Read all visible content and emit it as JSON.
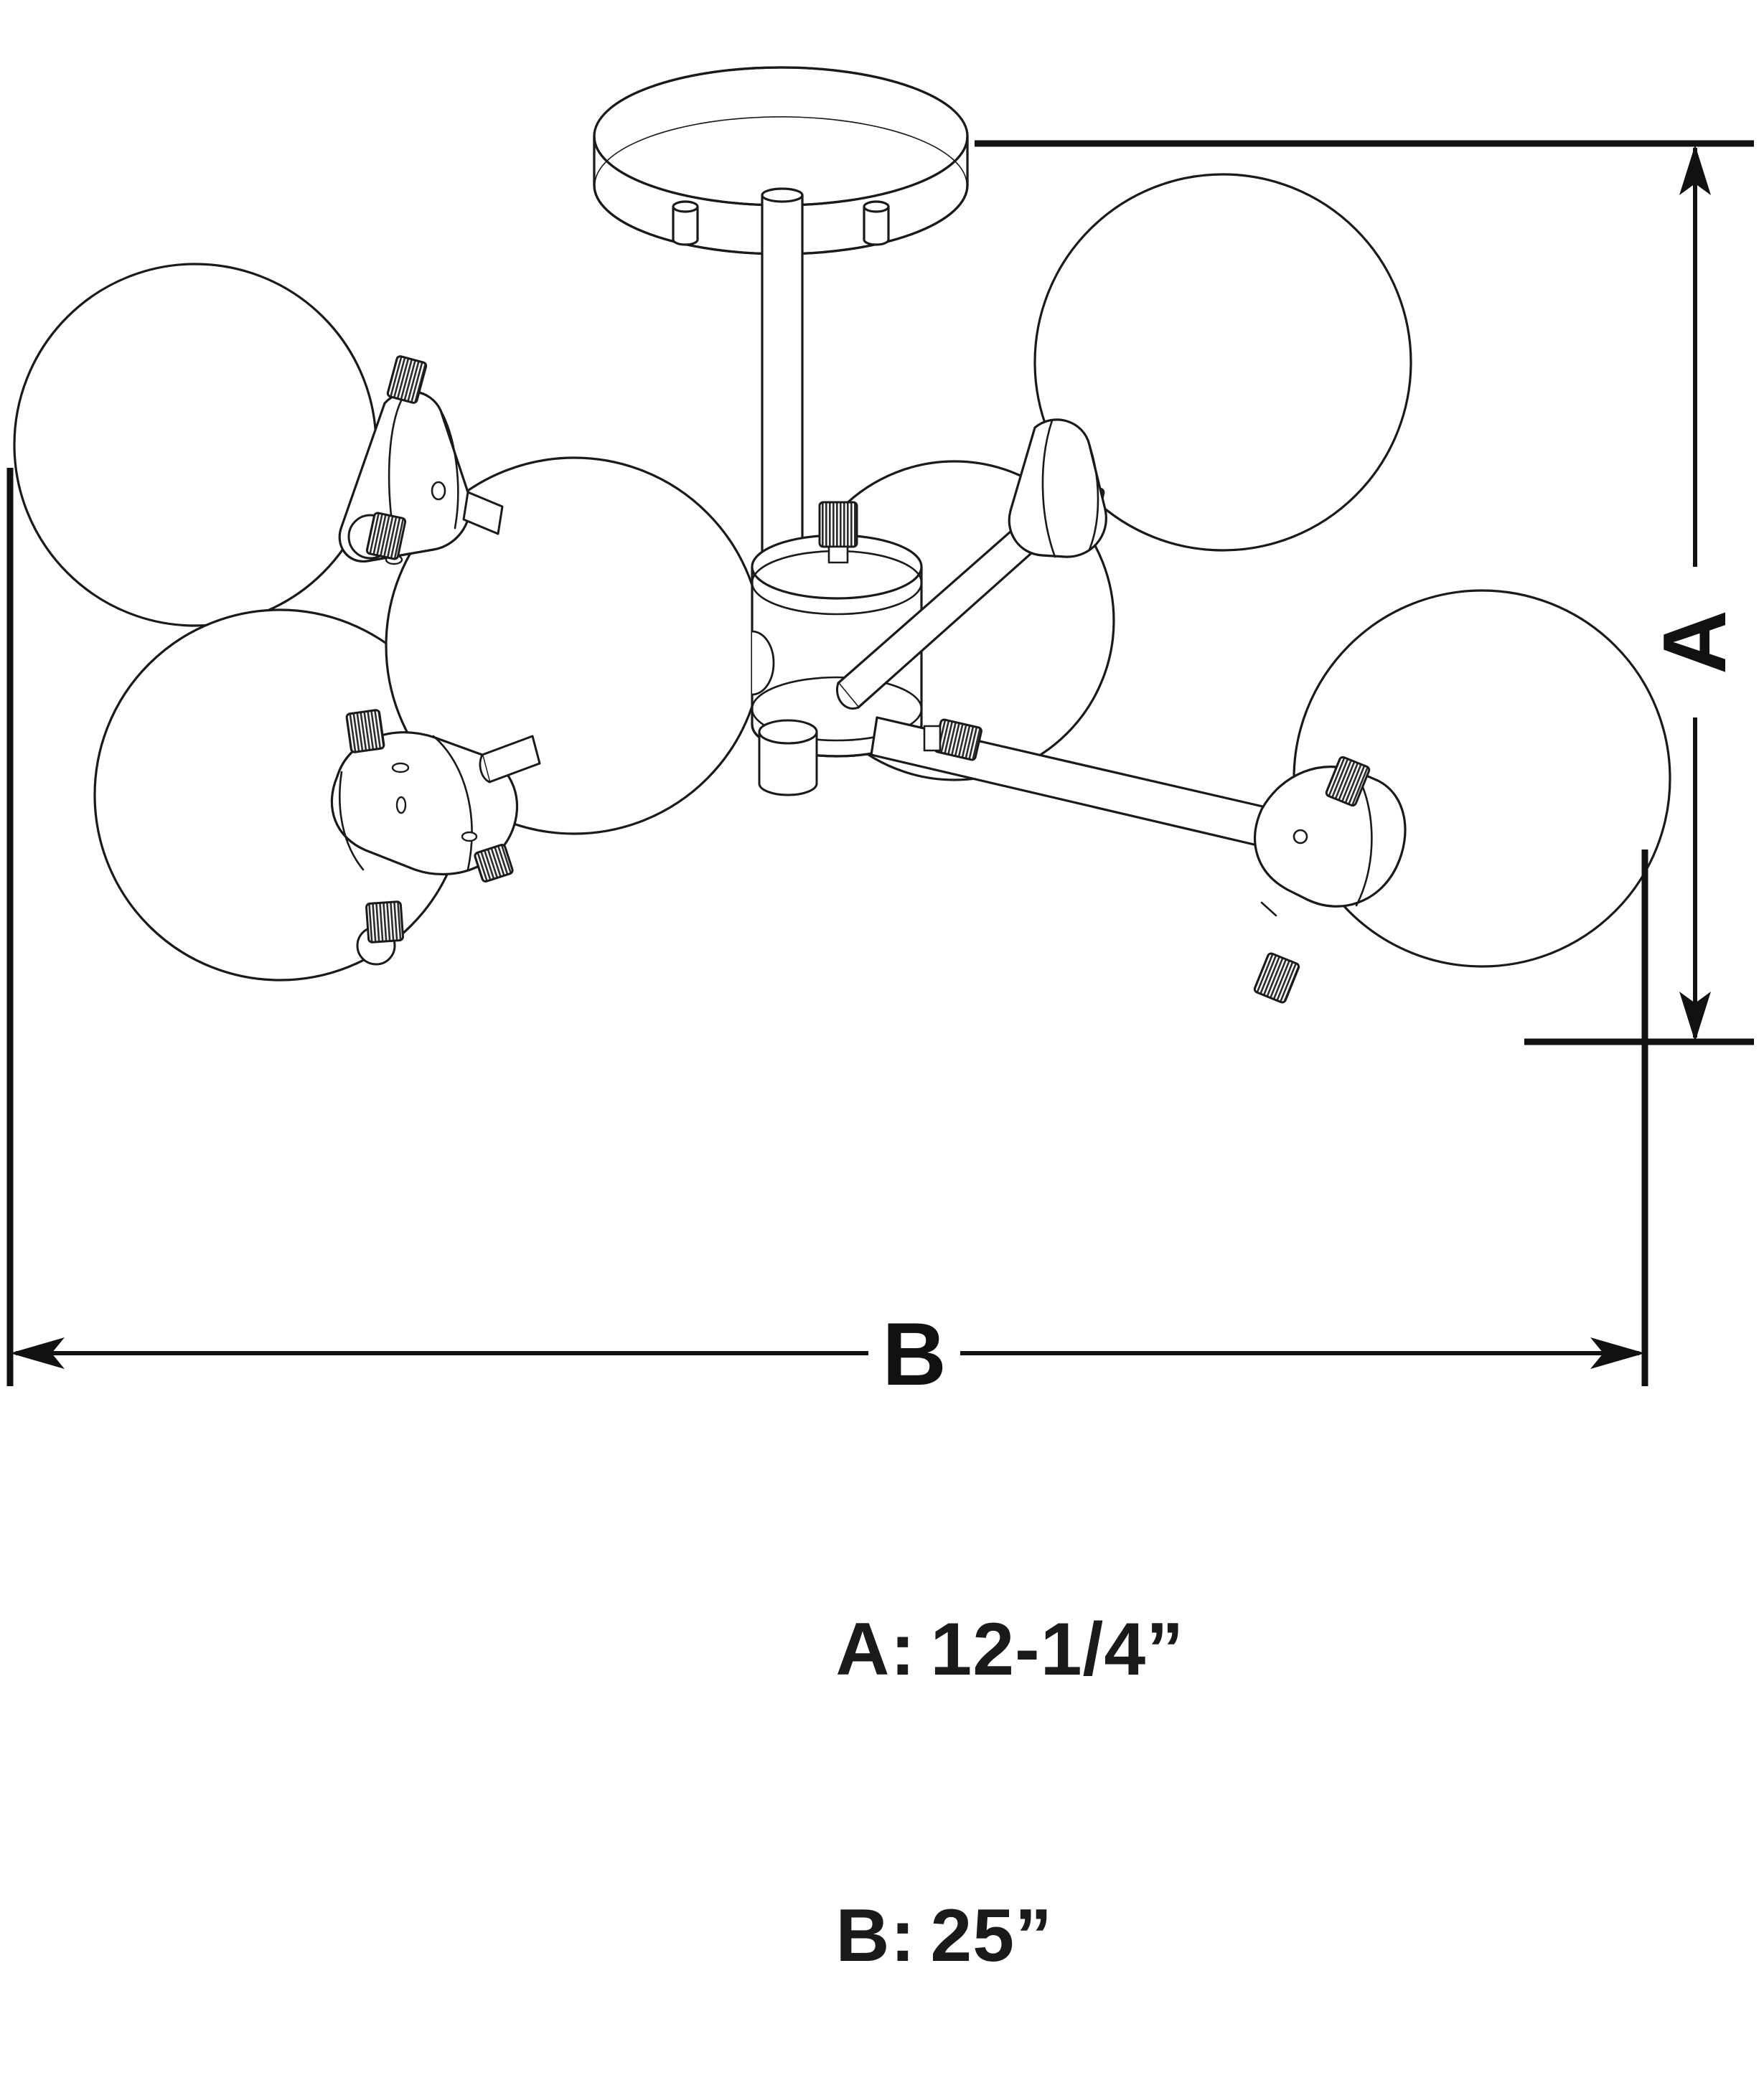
{
  "drawing": {
    "type": "technical-dimension-drawing",
    "product": "5-light semi-flush mount globe ceiling fixture",
    "line_color": "#1a1a1a",
    "fill_color": "#ffffff",
    "knurl_color": "#3a3a3a",
    "background": "#ffffff"
  },
  "dimensions": {
    "labels": {
      "height_marker": "A",
      "width_marker": "B"
    },
    "callouts": [
      {
        "label": "A:",
        "value": "12-1/4”"
      },
      {
        "label": "B:",
        "value": "25”"
      }
    ]
  },
  "components": {
    "canopy": "ceiling-canopy-cylinder",
    "downrod": "downrod-stem",
    "hub": "center-hub-cylinder",
    "arms": [
      "arm-upper-right",
      "arm-lower-right"
    ],
    "globes": [
      "globe-upper-left",
      "globe-upper-right",
      "globe-center",
      "globe-lower-left",
      "globe-lower-right"
    ],
    "sockets": [
      "socket-cup-upper-left",
      "socket-cup-upper-right",
      "socket-cup-center",
      "socket-cup-lower-left",
      "socket-cup-lower-right"
    ],
    "fasteners": "knurled-thumbscrew"
  }
}
